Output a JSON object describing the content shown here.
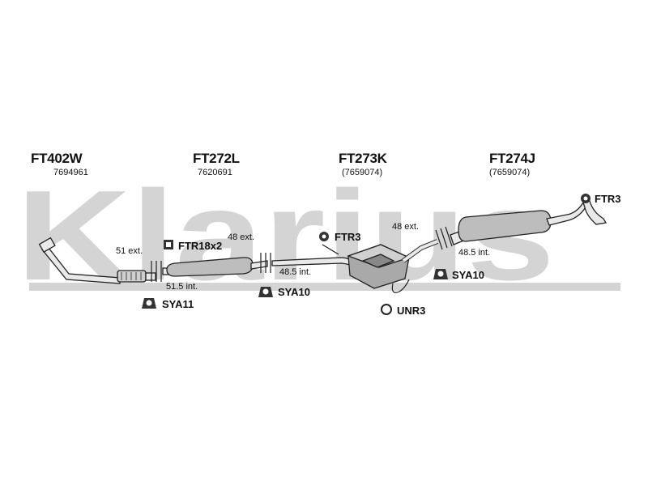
{
  "watermark": {
    "text": "Klarius",
    "color": "#d4d4d4"
  },
  "colors": {
    "line": "#222222",
    "pipe_fill": "#e9e9e9",
    "muffler_fill": "#bdbdbd"
  },
  "sections": [
    {
      "code": "FT402W",
      "oem": "7694961"
    },
    {
      "code": "FT272L",
      "oem": "7620691"
    },
    {
      "code": "FT273K",
      "oem": "(7659074)"
    },
    {
      "code": "FT274J",
      "oem": "(7659074)"
    }
  ],
  "parts": [
    {
      "label": "FTR18x2",
      "icon": "clamp-icon"
    },
    {
      "label": "FTR3",
      "icon": "clamp-icon"
    },
    {
      "label": "FTR3",
      "icon": "clamp-icon"
    },
    {
      "label": "SYA11",
      "icon": "rubber-mount-icon"
    },
    {
      "label": "SYA10",
      "icon": "rubber-mount-icon"
    },
    {
      "label": "SYA10",
      "icon": "rubber-mount-icon"
    },
    {
      "label": "UNR3",
      "icon": "ring-gasket-icon"
    }
  ],
  "dimensions": [
    "51 ext.",
    "51.5 int.",
    "48 ext.",
    "48.5 int.",
    "48 ext.",
    "48.5 int."
  ]
}
